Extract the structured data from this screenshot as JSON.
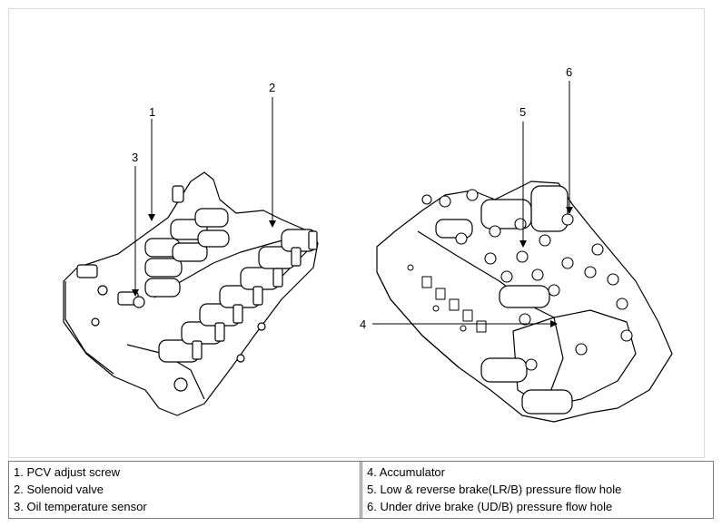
{
  "callouts": [
    "1",
    "2",
    "3",
    "4",
    "5",
    "6"
  ],
  "legend": {
    "left": [
      "1. PCV adjust screw",
      "2. Solenoid valve",
      "3. Oil temperature sensor"
    ],
    "right": [
      "4. Accumulator",
      "5. Low & reverse brake(LR/B) pressure flow hole",
      "6. Under drive brake (UD/B) pressure flow hole"
    ]
  }
}
